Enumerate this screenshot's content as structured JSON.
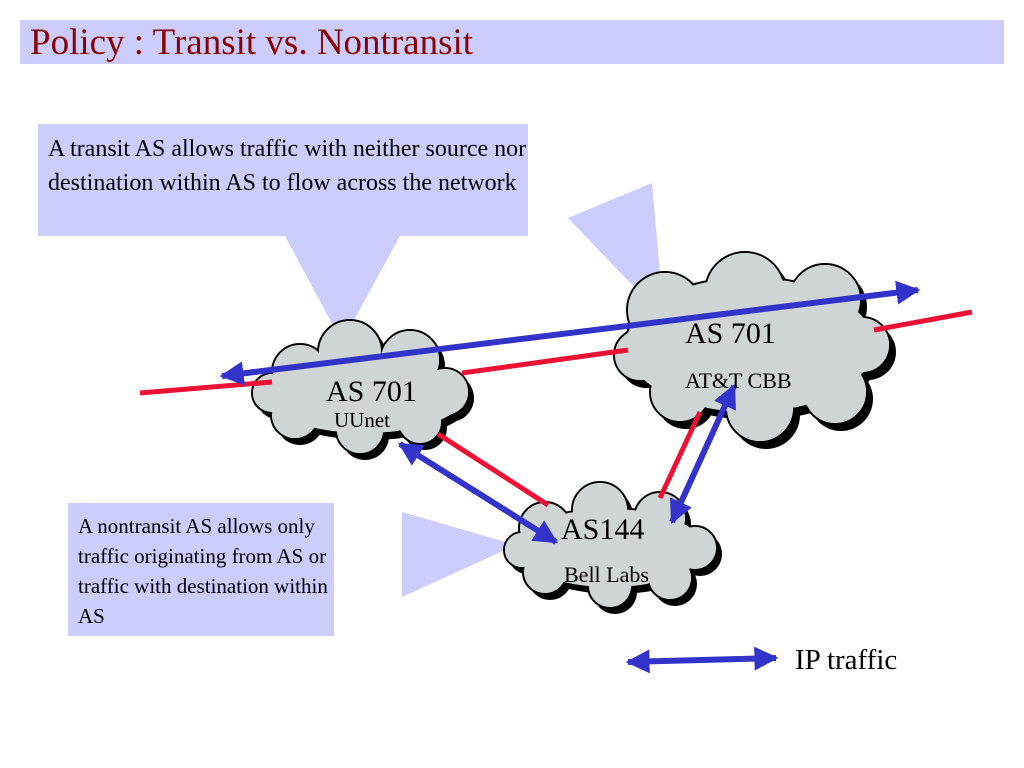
{
  "title": "Policy : Transit vs. Nontransit",
  "callouts": {
    "transit": "A transit AS allows traffic with neither source nor destination within AS to flow across the network",
    "nontransit": "A nontransit AS allows only traffic originating from AS or traffic with destination within AS"
  },
  "nodes": {
    "uunet": {
      "as": "AS 701",
      "name": "UUnet"
    },
    "att": {
      "as": "AS 701",
      "name": "AT&T CBB"
    },
    "bell": {
      "as": "AS144",
      "name": "Bell Labs"
    }
  },
  "legend": {
    "label": "IP traffic"
  },
  "colors": {
    "title_bar": "#ccccff",
    "title_text": "#8b0000",
    "callout_fill": "#ccccff",
    "cloud_fill": "#cfd4d4",
    "link_line": "#ee1133",
    "traffic_arrow": "#3333cc"
  }
}
